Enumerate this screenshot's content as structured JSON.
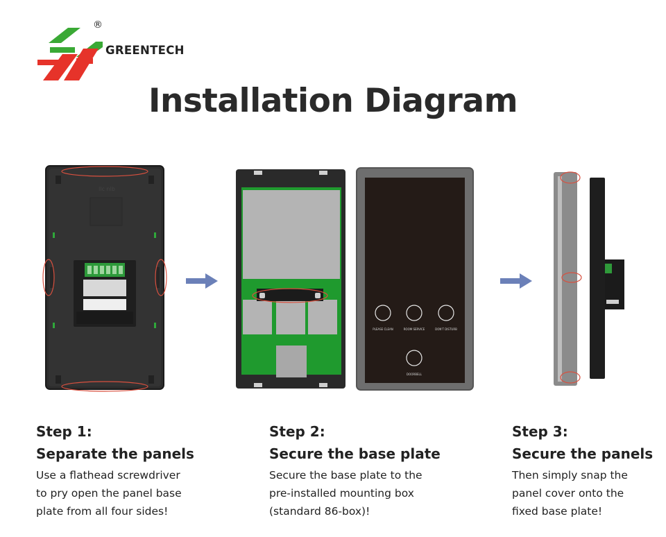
{
  "brand": {
    "name": "GREENTECH",
    "registered": "®",
    "logo_colors": {
      "green": "#3aa935",
      "red": "#e6332a"
    }
  },
  "title": "Installation Diagram",
  "panel_back": {
    "label_text": "Ilc nlb"
  },
  "touch_panel": {
    "icons": [
      "trash-bin-icon",
      "house-sweep-icon",
      "no-disturb-icon",
      "doorbell-icon"
    ],
    "labels": [
      "PLEASE CLEAN",
      "ROOM SERVICE",
      "DON'T DISTURB",
      "DOORBELL"
    ]
  },
  "colors": {
    "arrow": "#6b80b8",
    "highlight": "#d9503f",
    "pcb": "#1f8f28",
    "panel": "#2b2b2b"
  },
  "steps": [
    {
      "heading": "Step 1:",
      "subheading": "Separate the panels",
      "lines": [
        "Use a flathead screwdriver",
        "to pry open the panel base",
        "plate from all four sides!"
      ]
    },
    {
      "heading": "Step 2:",
      "subheading": "Secure the base plate",
      "lines": [
        "Secure the base plate to the",
        "pre-installed mounting box",
        "(standard 86-box)!"
      ]
    },
    {
      "heading": "Step 3:",
      "subheading": "Secure the panels",
      "lines": [
        "Then simply snap the",
        "panel cover onto the",
        "fixed base plate!"
      ]
    }
  ]
}
